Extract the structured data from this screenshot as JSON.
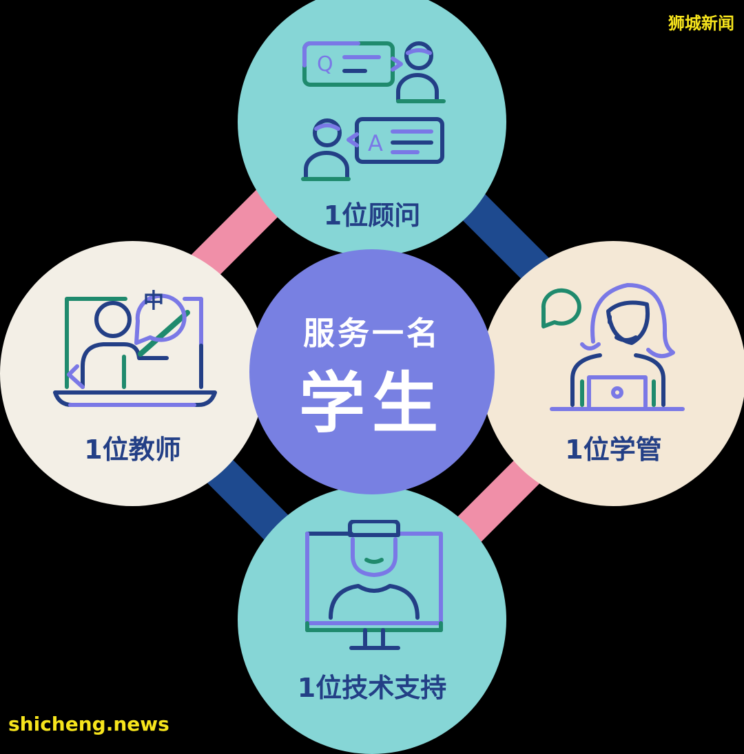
{
  "center": {
    "line1": "服务一名",
    "line2": "学生"
  },
  "roles": {
    "top": {
      "label": "1位顾问",
      "icon": "qa-consultant-icon"
    },
    "left": {
      "label": "1位教师",
      "icon": "teacher-screen-icon"
    },
    "right": {
      "label": "1位学管",
      "icon": "support-agent-laptop-icon"
    },
    "bottom": {
      "label": "1位技术支持",
      "icon": "tech-support-monitor-icon"
    }
  },
  "icon_text": {
    "q": "Q",
    "a": "A",
    "zh": "中"
  },
  "watermarks": {
    "top_right": "狮城新闻",
    "bottom_left": "shicheng.news"
  },
  "colors": {
    "teal": "#86d6d6",
    "cream": "#f3efe6",
    "peach": "#f4e8d6",
    "purple": "#7880e2",
    "navy": "#1e4a8f",
    "pink": "#f08fa8",
    "green": "#1f8a6d",
    "icon_navy": "#233f86",
    "icon_purple": "#7a78e6"
  }
}
